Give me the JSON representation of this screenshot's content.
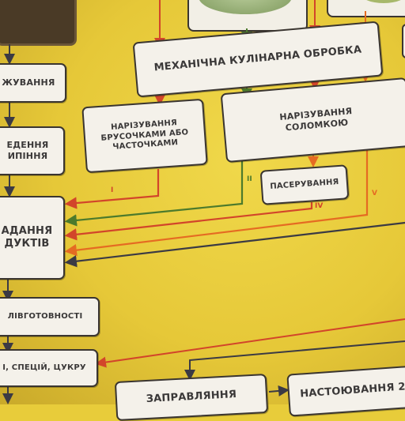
{
  "boxes": {
    "mechanical": "МЕХАНІЧНА КУЛІНАРНА ОБРОБКА",
    "bars": "НАРІЗУВАННЯ БРУСОЧКАМИ АБО ЧАСТОЧКАМИ",
    "straws": "НАРІЗУВАННЯ СОЛОМКОЮ",
    "saute": "ПАСЕРУВАННЯ",
    "left1": "ЖУВАННЯ",
    "left2": "ЕДЕННЯ ИПІННЯ",
    "left3": "АДАННЯ ДУКТІВ",
    "left4": "ЛІВГОТОВНОСТІ",
    "left5": "І, СПЕЦІЙ, ЦУКРУ",
    "dressing": "ЗАПРАВЛЯННЯ",
    "infusion": "НАСТОЮВАННЯ 2"
  },
  "labels": {
    "i": "I",
    "ii": "II",
    "iv": "IV",
    "v": "V"
  },
  "colors": {
    "background": "#e8cc3a",
    "arrow_red": "#d2452a",
    "arrow_green": "#4c7a2c",
    "arrow_orange": "#e56b22",
    "arrow_dark": "#3b3a44",
    "box": "#f4f1ea"
  }
}
